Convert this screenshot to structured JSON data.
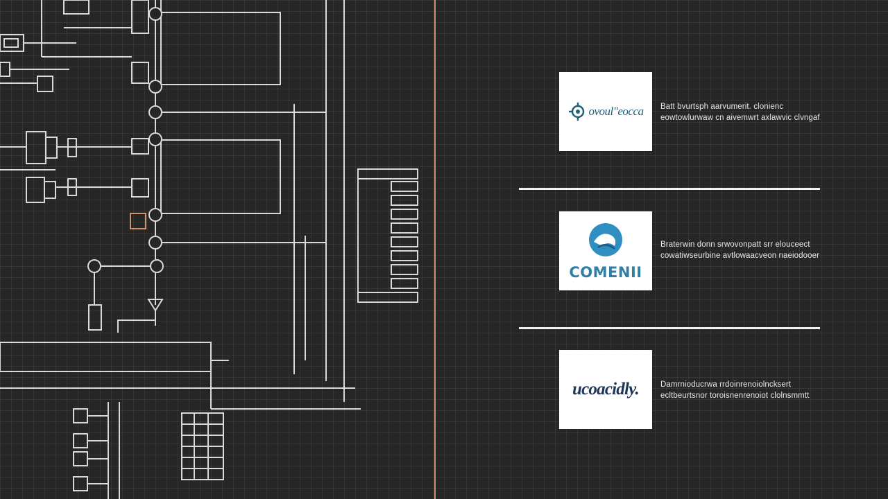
{
  "entries": [
    {
      "logo_text": "ovoulʺeocca",
      "logo_icon": "gear-circuit-icon",
      "desc_line1": "Batt bvurtsph aarvumerit. clonienc",
      "desc_line2": "eowtowlurwaw cn aivemwrt axlawvic clvngaf",
      "accent": "#1e5f7a"
    },
    {
      "logo_text": "COMENII",
      "logo_icon": "wave-globe-icon",
      "desc_line1": "Braterwin donn srwovonpatt srr elouceect",
      "desc_line2": "cowatiwseurbine avtlowaacveon naeiodooer",
      "accent": "#2f7fa6"
    },
    {
      "logo_text": "ucoacidly.",
      "logo_icon": "wordmark-icon",
      "desc_line1": "Damrnioducrwa rrdoinrenoiolncksert",
      "desc_line2": "ecltbeurtsnor toroisnenrenoiot clolnsmmtt",
      "accent": "#1d3557"
    }
  ],
  "colors": {
    "background": "#262626",
    "divider": "#d4926a",
    "line": "#e6e6e6"
  }
}
